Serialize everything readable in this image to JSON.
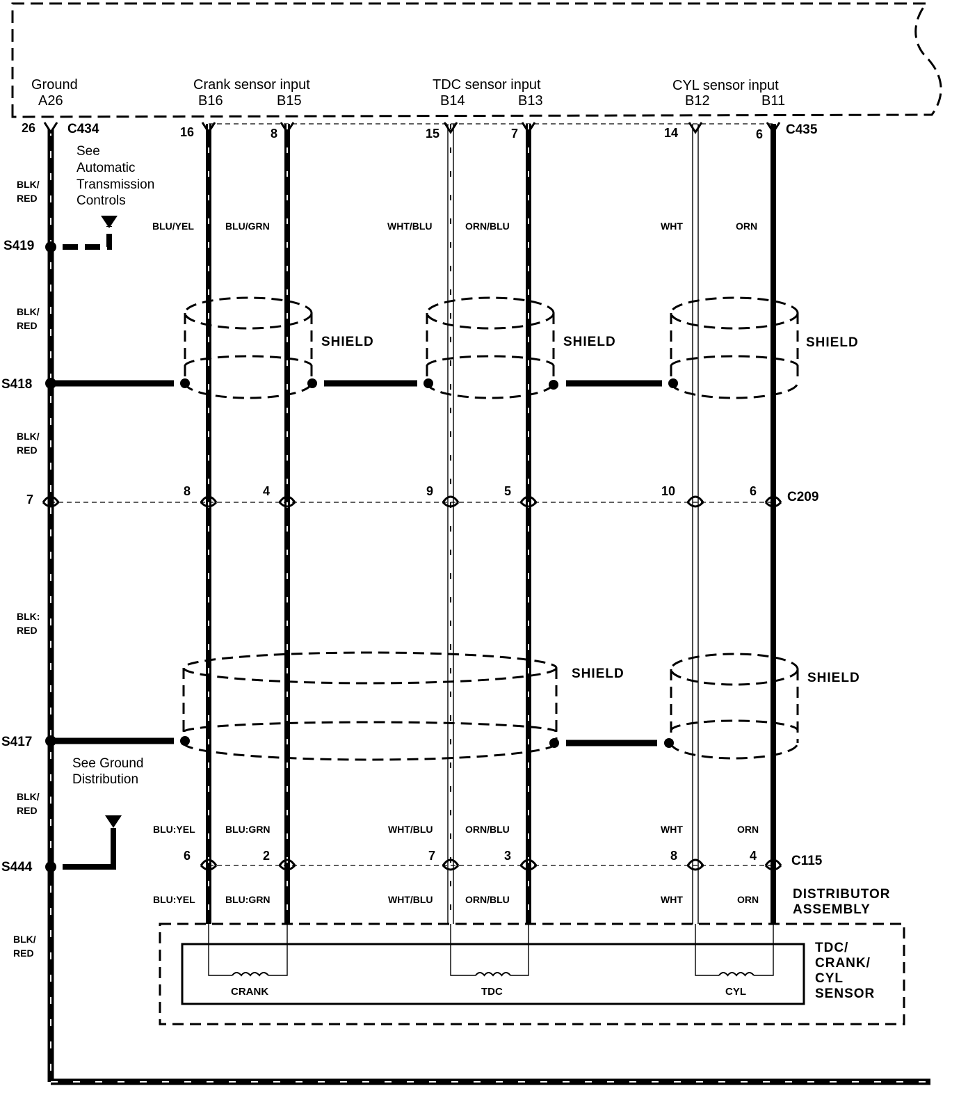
{
  "ecm_inputs": {
    "ground": {
      "title": "Ground",
      "pin": "A26"
    },
    "crank": {
      "title": "Crank sensor input",
      "pins": [
        "B16",
        "B15"
      ]
    },
    "tdc": {
      "title": "TDC sensor input",
      "pins": [
        "B14",
        "B13"
      ]
    },
    "cyl": {
      "title": "CYL sensor input",
      "pins": [
        "B12",
        "B11"
      ]
    }
  },
  "connectors": {
    "c434": "C434",
    "c435": "C435",
    "c209": "C209",
    "c115": "C115"
  },
  "pins": {
    "c434_ground": "26",
    "c435": [
      "16",
      "8",
      "15",
      "7",
      "14",
      "6"
    ],
    "c209_ground": "7",
    "c209": [
      "8",
      "4",
      "9",
      "5",
      "10",
      "6"
    ],
    "c115": [
      "6",
      "2",
      "7",
      "3",
      "8",
      "4"
    ]
  },
  "splices": [
    "S419",
    "S418",
    "S417",
    "S444"
  ],
  "wire_colors": {
    "ground": [
      "BLK/\nRED",
      "BLK/\nRED",
      "BLK/\nRED",
      "BLK:\nRED",
      "BLK/\nRED",
      "BLK/\nRED"
    ],
    "upper": [
      "BLU/YEL",
      "BLU/GRN",
      "WHT/BLU",
      "ORN/BLU",
      "WHT",
      "ORN"
    ],
    "lower_a": [
      "BLU:YEL",
      "BLU:GRN",
      "WHT/BLU",
      "ORN/BLU",
      "WHT",
      "ORN"
    ],
    "lower_b": [
      "BLU:YEL",
      "BLU:GRN",
      "WHT/BLU",
      "ORN/BLU",
      "WHT",
      "ORN"
    ]
  },
  "shield_label": "SHIELD",
  "notes": {
    "see_atc": [
      "See",
      "Automatic",
      "Transmission",
      "Controls"
    ],
    "see_ground": [
      "See Ground",
      "Distribution"
    ]
  },
  "distributor": {
    "title": [
      "DISTRIBUTOR",
      "ASSEMBLY"
    ],
    "sensor": [
      "TDC/",
      "CRANK/",
      "CYL",
      "SENSOR"
    ],
    "coils": [
      "CRANK",
      "TDC",
      "CYL"
    ]
  },
  "colors": {
    "ink": "#000000",
    "paper": "#ffffff"
  }
}
